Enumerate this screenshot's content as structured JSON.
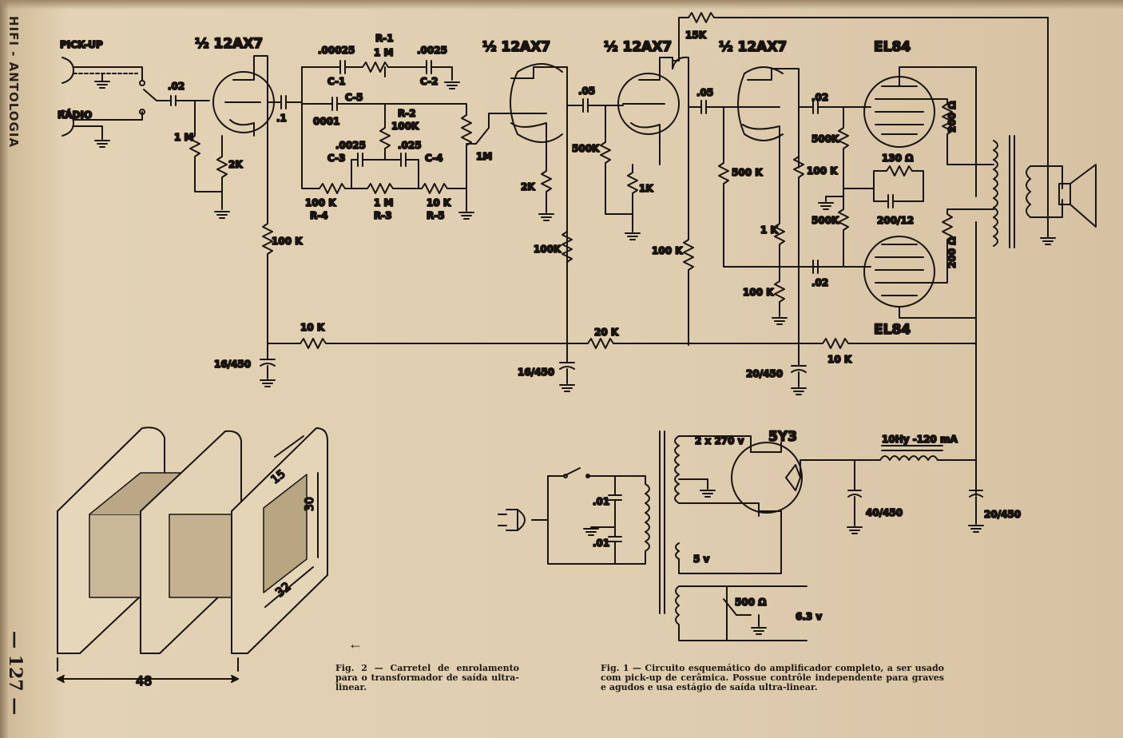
{
  "side_title": "HIFI - ANTOLOGIA",
  "page_number": "— 127 —",
  "schematic": {
    "inputs": [
      "PICK-UP",
      "RÁDIO"
    ],
    "tubes": [
      "½ 12AX7",
      "½ 12AX7",
      "½ 12AX7",
      "½ 12AX7",
      "EL84",
      "EL84",
      "5Y3"
    ],
    "tone_labels": {
      "c1_value": ".00025",
      "c1": "C-1",
      "r1": "R-1",
      "r1_value": "1 M",
      "c2_value": ".0025",
      "c2": "C-2",
      "c5": "C-5",
      "c5_value": "0001",
      "r2": "R-2",
      "r2_value": "100K",
      "c3_value": ".0025",
      "c3": "C-3",
      "c4_value": ".025",
      "c4": "C-4",
      "r4_value": "100 K",
      "r4": "R-4",
      "r3_value": "1 M",
      "r3": "R-3",
      "r5_value": "10 K",
      "r5": "R-5",
      "pot": "1M"
    },
    "components": {
      "c_in": ".02",
      "r_grid1": "1 M",
      "r_k1": "2K",
      "c_coup1": ".1",
      "r_plate1": "100 K",
      "r_k2": "2K",
      "r_plate2": "100K",
      "c_coup2": ".05",
      "r_grid3": "500K",
      "r_k3": "1K",
      "r_plate3": "100 K",
      "r_fb": "15K",
      "c_coup3": ".05",
      "r_pi1": "500 K",
      "r_pi2": "100 K",
      "r_pi3": "1 K",
      "r_pi4": "100 K",
      "c_out1": ".02",
      "c_out2": ".02",
      "r_g_out1": "500K",
      "r_g_out2": "500K",
      "r_bias": "130 Ω",
      "c_bias": "200/12",
      "r_screen1": "200 Ω",
      "r_screen2": "200 Ω",
      "r_dec1": "10 K",
      "r_dec2": "20 K",
      "r_dec3": "10 K",
      "c_f1": "16/450",
      "c_f2": "16/450",
      "c_f3": "20/450",
      "choke": "10Hy -120 mA",
      "hv_winding": "2 x 270 v",
      "fil_5v": "5 v",
      "c_line1": ".01",
      "c_line2": ".01",
      "c_f4": "40/450",
      "c_f5": "20/450",
      "r_hum": "500 Ω",
      "heater": "6.3 v"
    }
  },
  "bobbin": {
    "dim_width": "48",
    "dim_window_w": "32",
    "dim_window_h": "30",
    "dim_margin": "15"
  },
  "arrow": "←",
  "captions": {
    "fig2": "Fig. 2 — Carretel de enrolamento para o transformador de saída ultra-linear.",
    "fig1": "Fig. 1 — Circuito esquemático do amplificador completo, a ser usado com pick-up de cerâmica. Possue contrôle independente para graves e agudos e usa estágio de saída ultra-linear."
  }
}
